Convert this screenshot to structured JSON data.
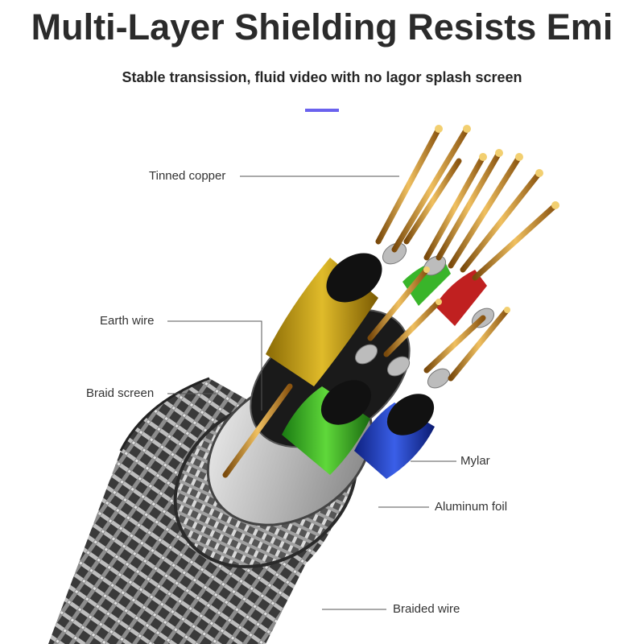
{
  "header": {
    "title": "Multi-Layer Shielding Resists Emi",
    "subtitle": "Stable transission, fluid video with no lagor splash screen",
    "accent_color": "#6a62ee"
  },
  "callouts": {
    "tinned_copper": "Tinned copper",
    "earth_wire": "Earth wire",
    "braid_screen": "Braid screen",
    "mylar": "Mylar",
    "aluminum_foil": "Aluminum foil",
    "braided_wire": "Braided wire"
  },
  "colors": {
    "copper": "#c98a2a",
    "yellow_core": "#c9a219",
    "green_core": "#39b52a",
    "blue_core": "#1f3fc9",
    "red_core": "#c02020",
    "braid": "#9a9a9a"
  }
}
